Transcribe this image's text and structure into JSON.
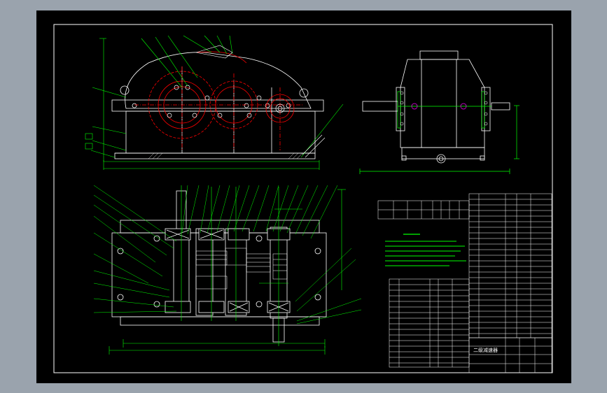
{
  "drawing": {
    "title_block": {
      "title": "二级减速器"
    },
    "colors": {
      "background": "#000000",
      "outline": "#ffffff",
      "green": "#00ff00",
      "red": "#ff0000",
      "cyan": "#00ffff",
      "yellow": "#ffff00",
      "magenta": "#ff00ff",
      "frame": "#9aa3ad"
    },
    "views": [
      "front-view",
      "side-view",
      "top-section-view",
      "parts-list",
      "title-block",
      "technical-requirements",
      "parameter-table"
    ]
  }
}
